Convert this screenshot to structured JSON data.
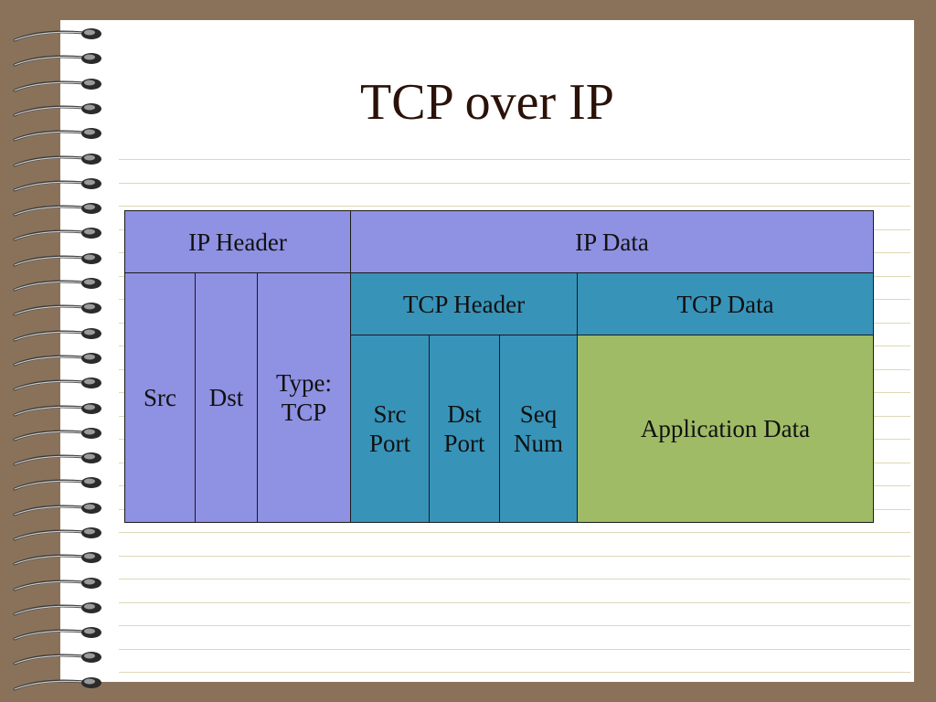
{
  "slide": {
    "title": "TCP over IP"
  },
  "diagram": {
    "ip_header": "IP Header",
    "ip_data": "IP Data",
    "src": "Src",
    "dst": "Dst",
    "type_line1": "Type:",
    "type_line2": "TCP",
    "tcp_header": "TCP Header",
    "tcp_data": "TCP Data",
    "src_port_line1": "Src",
    "src_port_line2": "Port",
    "dst_port_line1": "Dst",
    "dst_port_line2": "Port",
    "seq_num_line1": "Seq",
    "seq_num_line2": "Num",
    "application_data": "Application Data"
  },
  "colors": {
    "ip_fill": "#8f91e2",
    "tcp_fill": "#3893b8",
    "app_fill": "#9fbb66",
    "border": "#8a725a"
  }
}
